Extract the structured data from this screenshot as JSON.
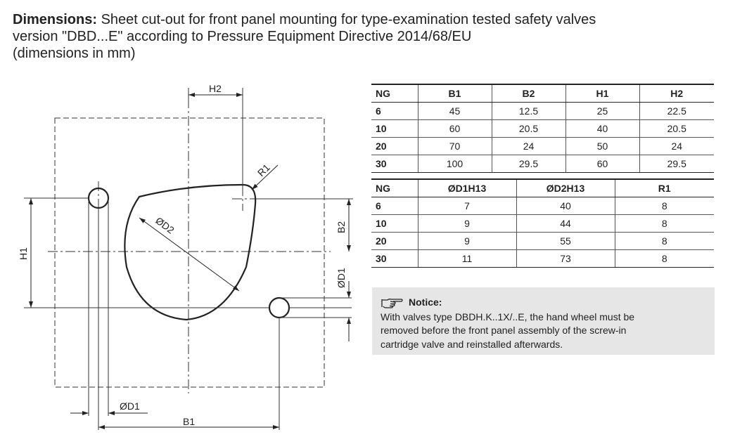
{
  "title": {
    "bold": "Dimensions:",
    "line1": " Sheet cut-out for front panel mounting for type-examination tested safety valves",
    "line2": "version \"DBD...E\" according to Pressure Equipment Directive 2014/68/EU",
    "line3": "(dimensions in mm)"
  },
  "drawing": {
    "labels": {
      "h2": "H2",
      "r1": "R1",
      "od2": "ØD2",
      "b2": "B2",
      "h1": "H1",
      "od1_right": "ØD1",
      "od1_bottom": "ØD1",
      "b1": "B1"
    }
  },
  "table1": {
    "headers": [
      "NG",
      "B1",
      "B2",
      "H1",
      "H2"
    ],
    "rows": [
      [
        "6",
        "45",
        "12.5",
        "25",
        "22.5"
      ],
      [
        "10",
        "60",
        "20.5",
        "40",
        "20.5"
      ],
      [
        "20",
        "70",
        "24",
        "50",
        "24"
      ],
      [
        "30",
        "100",
        "29.5",
        "60",
        "29.5"
      ]
    ]
  },
  "table2": {
    "headers": [
      "NG",
      "ØD1H13",
      "ØD2H13",
      "R1"
    ],
    "rows": [
      [
        "6",
        "7",
        "40",
        "8"
      ],
      [
        "10",
        "9",
        "44",
        "8"
      ],
      [
        "20",
        "9",
        "55",
        "8"
      ],
      [
        "30",
        "11",
        "73",
        "8"
      ]
    ]
  },
  "notice": {
    "icon": "pointing-hand-icon",
    "heading": "Notice:",
    "line1": "With valves type DBDH.K..1X/..E, the hand wheel must be",
    "line2": "removed before the front panel assembly of the screw-in",
    "line3": "cartridge valve and reinstalled afterwards."
  }
}
